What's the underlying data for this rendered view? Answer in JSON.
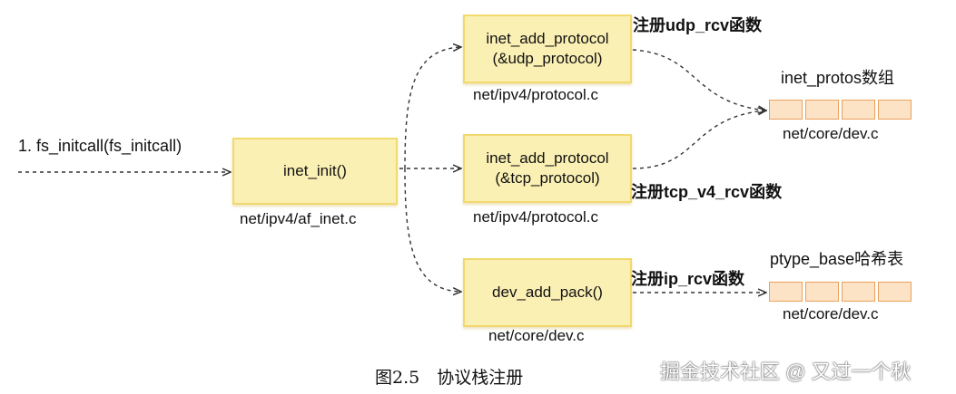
{
  "entry_label": "1. fs_initcall(fs_initcall)",
  "boxes": {
    "inet_init": {
      "lines": [
        "inet_init()"
      ],
      "file": "net/ipv4/af_inet.c"
    },
    "udp": {
      "lines": [
        "inet_add_protocol",
        "(&udp_protocol)"
      ],
      "file": "net/ipv4/protocol.c"
    },
    "tcp": {
      "lines": [
        "inet_add_protocol",
        "(&tcp_protocol)"
      ],
      "file": "net/ipv4/protocol.c"
    },
    "pack": {
      "lines": [
        "dev_add_pack()"
      ],
      "file": "net/core/dev.c"
    }
  },
  "registrations": {
    "udp": "注册udp_rcv函数",
    "tcp": "注册tcp_v4_rcv函数",
    "ip": "注册ip_rcv函数"
  },
  "arrays": {
    "inet_protos": {
      "title": "inet_protos数组",
      "file": "net/core/dev.c"
    },
    "ptype_base": {
      "title": "ptype_base哈希表",
      "file": "net/core/dev.c"
    }
  },
  "caption": "图2.5　协议栈注册",
  "watermark": "掘金技术社区 @ 又过一个秋",
  "colors": {
    "box_fill": "#fbf0b4",
    "box_border": "#f2d96e",
    "cell_fill": "#fde3c5",
    "cell_border": "#e9a15e",
    "arrow": "#333333"
  }
}
